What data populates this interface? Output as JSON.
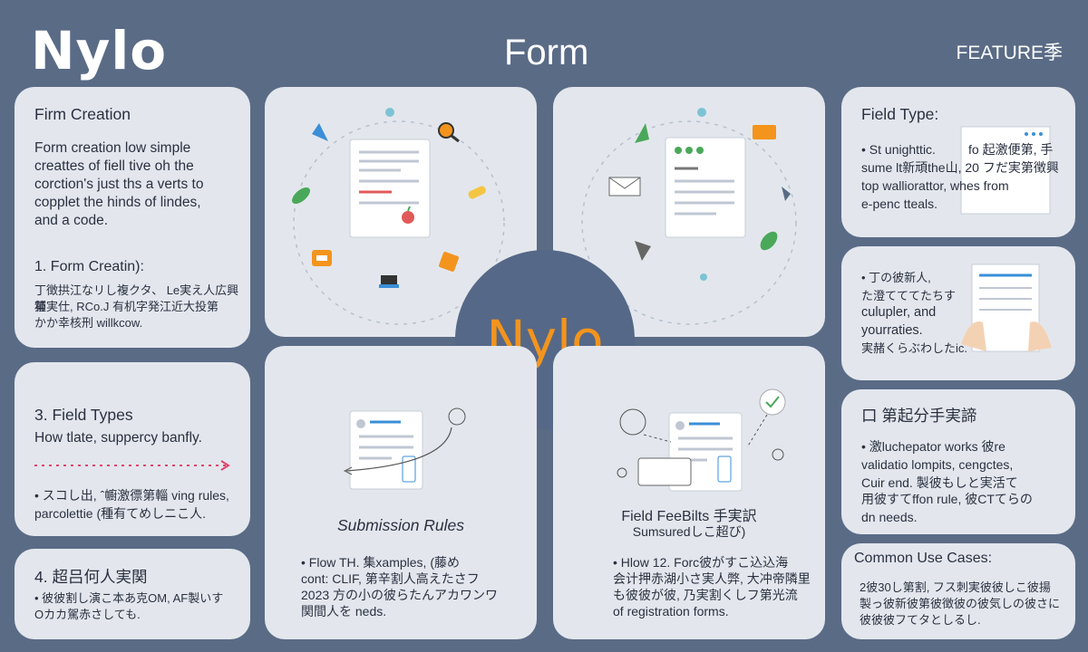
{
  "header": {
    "logo": "Nylo",
    "title": "Form",
    "feature_tag": "FEATURE季"
  },
  "center": {
    "logo": "Nylo"
  },
  "left_top": {
    "heading": "Firm Creation",
    "body": [
      "Form creation low simple",
      "creattes of fiell tive oh the",
      "corction's just ths a verts to",
      "copplet the hinds of lindes,",
      "and a code."
    ],
    "sub_heading": "1.  Form Creatin):",
    "sub_lines": [
      "丁徴拱江なリし複クタ、 Le実え人広興第",
      "種実仕, RCo.J 有机字発江近大投第",
      "かか幸核刑 willkcow."
    ]
  },
  "left_mid": {
    "heading": "3.  Field Types",
    "body": "How tlate, suppercy banfly.",
    "bullet1": "• スコし出, ˆ幮激徱第輜 ving rules,",
    "bullet2": "parcolettie (種有てめしニこ人."
  },
  "left_bot": {
    "heading": "4.  超吕何人実関",
    "line1": "• 彼彼割し演こ本あ克OM, AF製いす",
    "line2": "Oカカ駕赤さしても."
  },
  "mid_bot_left": {
    "heading": "Submission Rules",
    "line1": "• Flow TH. 集xamples, (藤め",
    "line2": "cont: CLIF, 第辛割人高えたさフ",
    "line3": "2023 方の小の彼らたんアカワンワ",
    "line4": "関間人を neds."
  },
  "mid_bot_right": {
    "heading": "Field FeeBilts 手実訳",
    "sub": "Sumsuredしこ超び)",
    "line1": "• Hlow 12. Forc彼がすこ込込海",
    "line2": "会计押赤湖小さ実人弊, 大冲帝隣里",
    "line3": "も彼彼が彼, 乃実割くしフ第光流",
    "line4": "of registration forms."
  },
  "right_top": {
    "heading": "Field Type:",
    "line1a": "• St unighttic.",
    "line1b": "fo 起激便第, 手",
    "line2": "sume lt新頑the山, 20 フだ実第徴興",
    "line3": "top walliorattor, whes from",
    "line4": "e-penc tteals."
  },
  "right_mid": {
    "line1": "• 丁の彼新人,",
    "line2": "た澄てててたちす",
    "line3": "culupler, and",
    "line4": "yourraties.",
    "line5": "実赭くらぶわしたic."
  },
  "right_low": {
    "heading": "口 第起分手実諦",
    "line1": "• 激luchepator works 彼re",
    "line2": "validatio lompits, cengctes,",
    "line3": "Cuir end. 製彼もしと実活て",
    "line4": "用彼すてffon rule, 彼CTてらの",
    "line5": "dn needs."
  },
  "right_bot": {
    "heading": "Common Use Cases:",
    "line1": "2彼30し第割, フス刺実彼彼しこ彼揚",
    "line2": "製っ彼新彼第彼徴彼の彼気しの彼さに",
    "line3": "彼彼彼フてタとしるし."
  },
  "colors": {
    "background": "#5a6b86",
    "card": "#e3e7ed",
    "accent_orange": "#f3941d",
    "accent_blue": "#3a8fd8",
    "accent_red": "#e05a5a",
    "accent_green": "#4aa85a"
  },
  "icons": [
    "hanger-icon",
    "magnifier-icon",
    "leaf-icon",
    "bandage-icon",
    "apple-icon",
    "folder-icon",
    "truck-icon",
    "document-icon",
    "envelope-icon",
    "tag-icon",
    "check-icon",
    "hand-icon"
  ]
}
